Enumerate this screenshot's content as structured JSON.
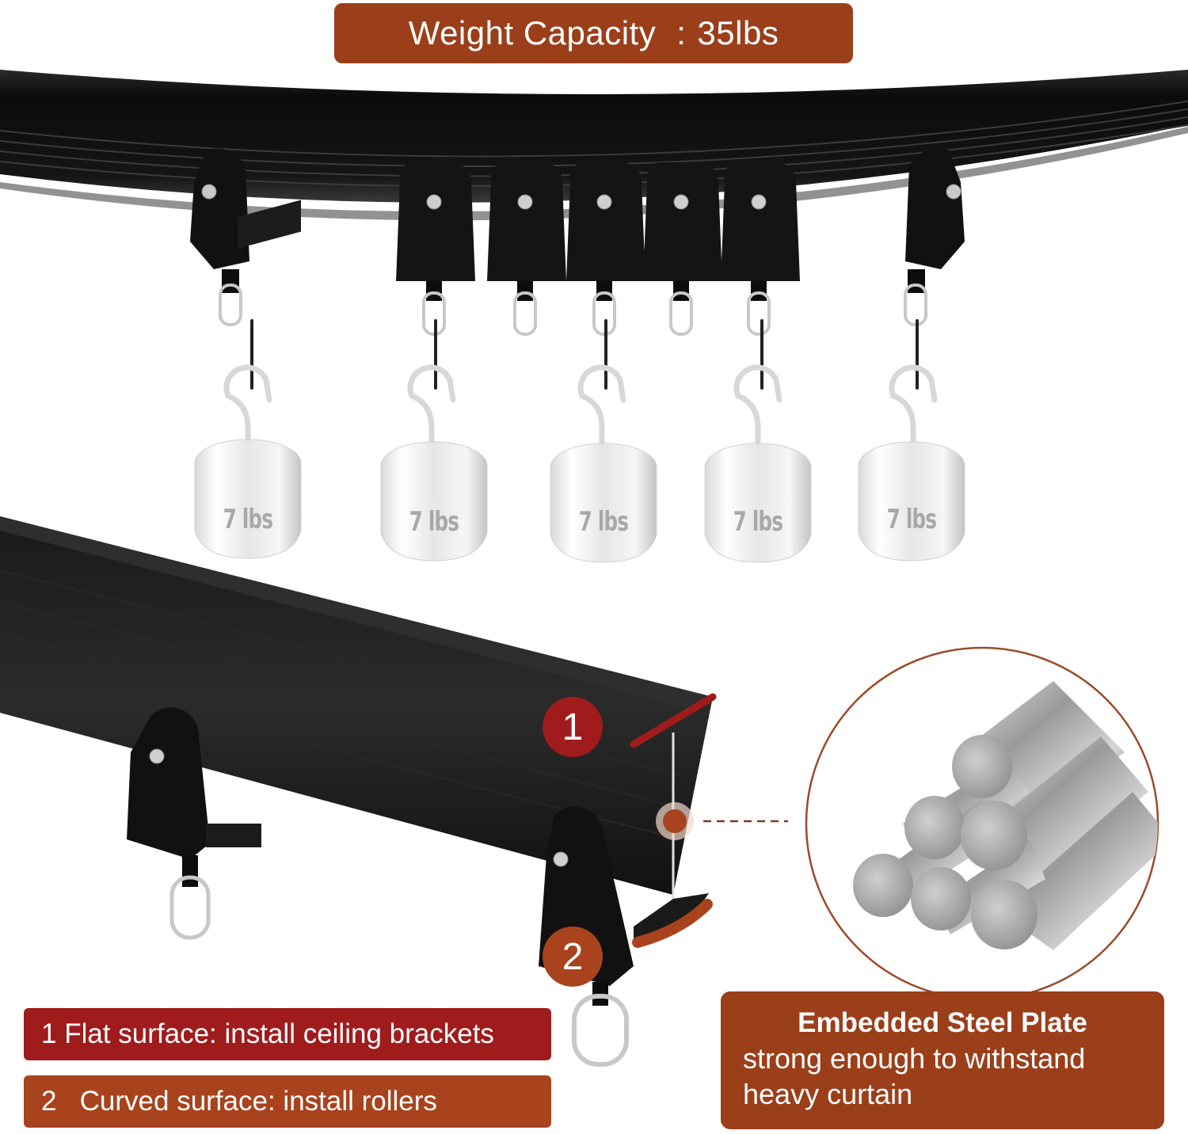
{
  "colors": {
    "brand_brown": "#9b3e1a",
    "flat_red": "#a01c1c",
    "curved_brown": "#a8431d",
    "track_black": "#111111",
    "weight_label": "#a8a8a8",
    "circle_outline": "#9b4a2a"
  },
  "header": {
    "label": "Weight Capacity",
    "separator": ":",
    "value": "35lbs"
  },
  "weights": [
    {
      "label": "7 lbs"
    },
    {
      "label": "7 lbs"
    },
    {
      "label": "7 lbs"
    },
    {
      "label": "7 lbs"
    },
    {
      "label": "7 lbs"
    }
  ],
  "markers": {
    "one": "1",
    "two": "2"
  },
  "notes": {
    "flat": "1 Flat surface: install ceiling brackets",
    "curved": "2   Curved surface: install rollers"
  },
  "steel_plate": {
    "title": "Embedded Steel Plate",
    "desc_line1": "strong enough to withstand",
    "desc_line2": "heavy curtain"
  },
  "icons": {
    "rollers": "roller-glider-icon",
    "hooks": "s-hook-icon",
    "rods": "steel-rod-bundle-icon"
  }
}
